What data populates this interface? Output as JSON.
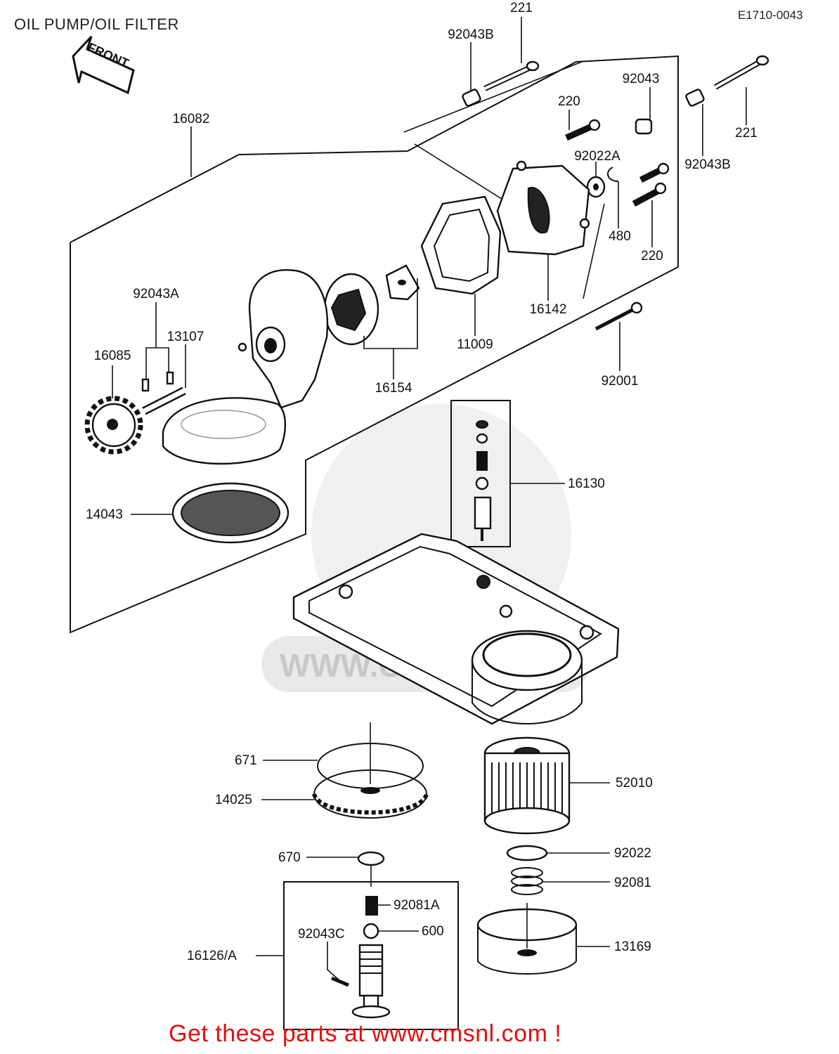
{
  "title": "OIL PUMP/OIL FILTER",
  "diagram_code": "E1710-0043",
  "front_label": "FRONT",
  "watermark_text": "WWW.CMSNL.COM",
  "promo_text": "Get these parts at www.cmsnl.com !",
  "colors": {
    "promo": "#e01010",
    "ink": "#111111",
    "watermark": "#e4e4e4"
  },
  "parts": [
    "221",
    "92043B",
    "16082",
    "92043",
    "220",
    "221",
    "92022A",
    "92043B",
    "480",
    "220",
    "16142",
    "92001",
    "11009",
    "16154",
    "92043A",
    "13107",
    "16085",
    "16130",
    "14043",
    "671",
    "52010",
    "14025",
    "670",
    "92022",
    "92081",
    "92081A",
    "600",
    "92043C",
    "16126/A",
    "13169"
  ]
}
